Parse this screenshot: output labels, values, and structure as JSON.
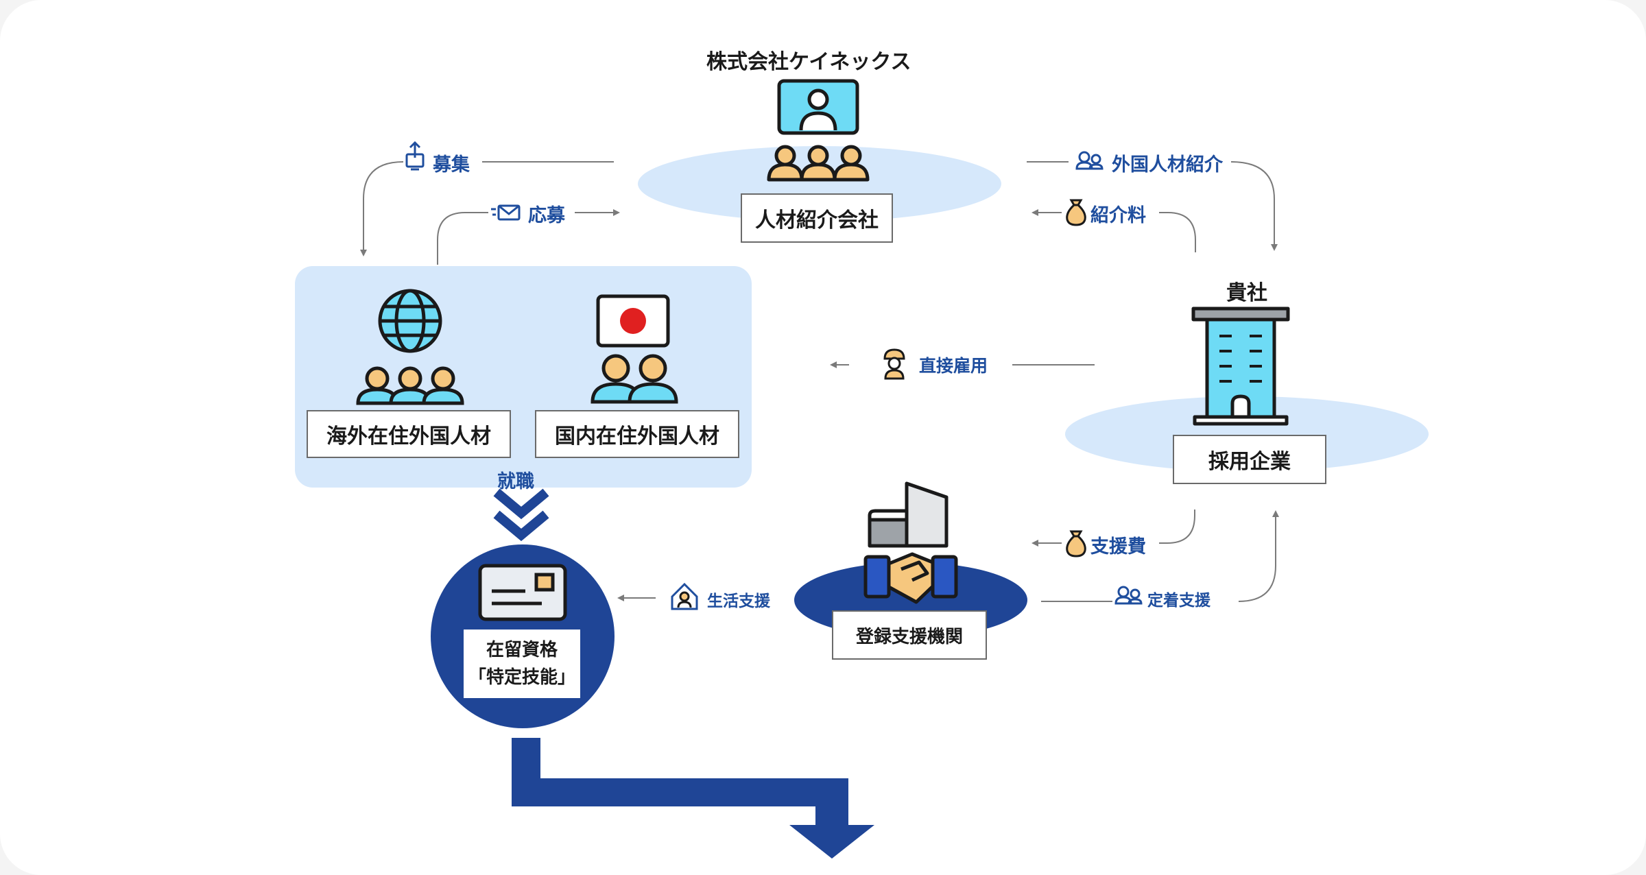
{
  "company_label": "株式会社ケイネックス",
  "agency": {
    "label": "人材紹介会社"
  },
  "client": {
    "title": "貴社",
    "label": "採用企業"
  },
  "candidates": {
    "overseas": "海外在住外国人材",
    "domestic": "国内在住外国人材"
  },
  "support_org": {
    "label": "登録支援機関"
  },
  "visa": {
    "line1": "在留資格",
    "line2": "「特定技能」"
  },
  "flows": {
    "recruit": "募集",
    "apply": "応募",
    "referral": "外国人材紹介",
    "fee": "紹介料",
    "direct_hire": "直接雇用",
    "employment": "就職",
    "support_fee": "支援費",
    "retention_support": "定着支援",
    "life_support": "生活支援"
  },
  "colors": {
    "navy": "#1f4596",
    "flow_text": "#1f4e9e",
    "light_blue": "#d6e8fb",
    "icon_cyan": "#6edbf5",
    "arrow_gray": "#7a7a7a",
    "japan_red": "#e02020"
  }
}
